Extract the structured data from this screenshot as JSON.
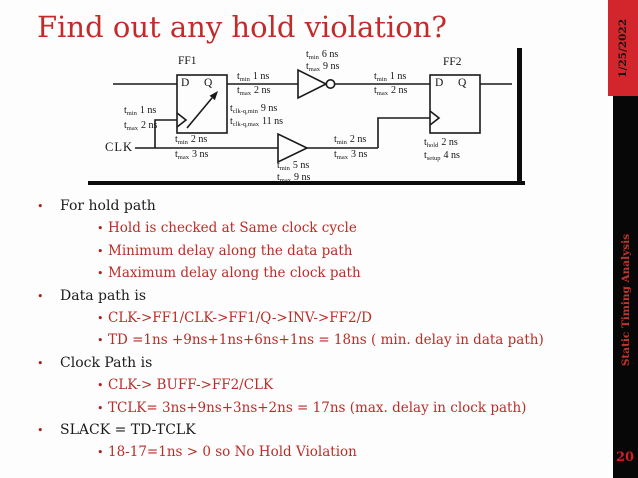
{
  "title": "Find out any hold violation?",
  "colors": {
    "title_red": "#c32b2b",
    "body_red": "#b92d28",
    "sidebar_red": "#d2252c",
    "sidebar_black": "#070707",
    "page_num_red": "#d01f27"
  },
  "sidebar": {
    "date": "1/25/2022",
    "course": "Static Timing Analysis",
    "page": "20"
  },
  "diagram": {
    "ff1": {
      "name": "FF1",
      "d": "D",
      "q": "Q"
    },
    "ff2": {
      "name": "FF2",
      "d": "D",
      "q": "Q"
    },
    "clk": "CLK",
    "timing": {
      "ff1_clk_in": {
        "l1": {
          "t": "t",
          "sub": "min",
          "v": "1 ns"
        },
        "l2": {
          "t": "t",
          "sub": "max",
          "v": "2 ns"
        }
      },
      "ff1_q_out": {
        "l1": {
          "t": "t",
          "sub": "min",
          "v": "1 ns"
        },
        "l2": {
          "t": "t",
          "sub": "max",
          "v": "2 ns"
        }
      },
      "inv_delay": {
        "l1": {
          "t": "t",
          "sub": "min",
          "v": "6 ns"
        },
        "l2": {
          "t": "t",
          "sub": "max",
          "v": "9 ns"
        }
      },
      "inv_out": {
        "l1": {
          "t": "t",
          "sub": "min",
          "v": "1 ns"
        },
        "l2": {
          "t": "t",
          "sub": "max",
          "v": "2 ns"
        }
      },
      "ff1_clk_q": {
        "l1": {
          "t": "t",
          "sub": "clk-q,min",
          "v": "9 ns"
        },
        "l2": {
          "t": "t",
          "sub": "clk-q,max",
          "v": "11 ns"
        }
      },
      "clk_seg1": {
        "l1": {
          "t": "t",
          "sub": "min",
          "v": "2 ns"
        },
        "l2": {
          "t": "t",
          "sub": "max",
          "v": "3 ns"
        }
      },
      "buf_delay": {
        "l1": {
          "t": "t",
          "sub": "min",
          "v": "5 ns"
        },
        "l2": {
          "t": "t",
          "sub": "max",
          "v": "9 ns"
        }
      },
      "clk_seg2": {
        "l1": {
          "t": "t",
          "sub": "min",
          "v": "2 ns"
        },
        "l2": {
          "t": "t",
          "sub": "max",
          "v": "3 ns"
        }
      },
      "ff2_constraints": {
        "l1": {
          "t": "t",
          "sub": "hold",
          "v": "2 ns"
        },
        "l2": {
          "t": "t",
          "sub": "setup",
          "v": "4 ns"
        }
      }
    }
  },
  "bullets": [
    {
      "level": 1,
      "text": "For hold path"
    },
    {
      "level": 2,
      "text": "Hold is checked at Same clock cycle"
    },
    {
      "level": 2,
      "text": "Minimum delay along the data path"
    },
    {
      "level": 2,
      "text": "Maximum delay along the clock path"
    },
    {
      "level": 1,
      "text": "Data path is"
    },
    {
      "level": 2,
      "text": "CLK->FF1/CLK->FF1/Q->INV->FF2/D"
    },
    {
      "level": 2,
      "text": "TD =1ns +9ns+1ns+6ns+1ns = 18ns ( min. delay in data path)"
    },
    {
      "level": 1,
      "text": "Clock Path is"
    },
    {
      "level": 2,
      "text": "CLK-> BUFF->FF2/CLK"
    },
    {
      "level": 2,
      "text": "TCLK= 3ns+9ns+3ns+2ns = 17ns (max. delay in clock path)"
    },
    {
      "level": 1,
      "text": "SLACK = TD-TCLK"
    },
    {
      "level": 2,
      "text": "18-17=1ns > 0 so No Hold Violation"
    }
  ],
  "bullet_marker": "•"
}
